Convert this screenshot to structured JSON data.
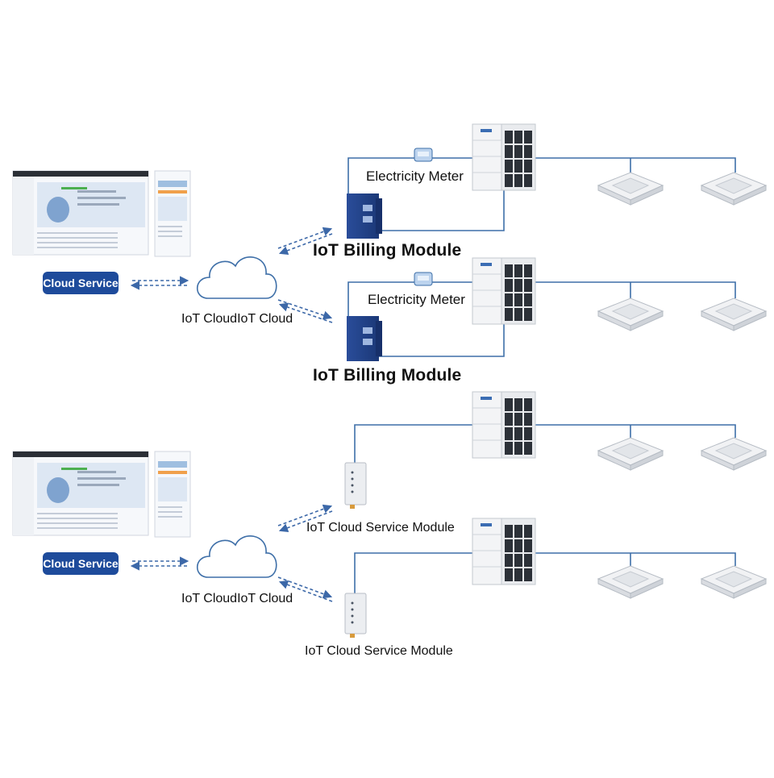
{
  "colors": {
    "line": "#3e6fa8",
    "dash": "#3c68a8",
    "button_bg": "#1e4b9b",
    "button_text": "#ffffff",
    "billing_module": "#2a4d9a",
    "outdoor_unit": "#e9ebee",
    "indoor_unit": "#f1f2f4"
  },
  "icons": [
    "dashboard-screenshot",
    "cloud-icon",
    "outdoor-unit",
    "indoor-cassette-unit",
    "electricity-meter-icon",
    "billing-module-device",
    "cloud-service-module-device"
  ],
  "sections": [
    {
      "service_button": "Cloud Service",
      "cloud_label": "IoT CloudIoT Cloud",
      "groups": [
        {
          "meter_label": "Electricity Meter",
          "module_label": "IoT Billing Module"
        },
        {
          "meter_label": "Electricity Meter",
          "module_label": "IoT Billing Module"
        }
      ]
    },
    {
      "service_button": "Cloud Service",
      "cloud_label": "IoT CloudIoT Cloud",
      "groups": [
        {
          "module_label": "IoT Cloud Service Module"
        },
        {
          "module_label": "IoT Cloud Service Module"
        }
      ]
    }
  ]
}
